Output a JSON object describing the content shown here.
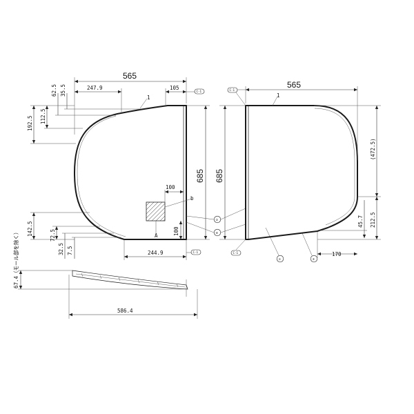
{
  "left_view": {
    "overall_width": "565",
    "width_247": "247.9",
    "width_105": "105",
    "height_62": "62.5",
    "height_35": "35.5",
    "height_112": "112.5",
    "height_192": "192.5",
    "height_685": "685",
    "grip_width": "100",
    "grip_height": "100",
    "grip_label": "b",
    "grip_arrow_label": "A",
    "height_142": "142.5",
    "height_72": "72.5",
    "height_32": "32.5",
    "height_7": "7.5",
    "width_244": "244.9",
    "tag_top": "C-1",
    "tag_bottom": "C-1",
    "edge_label": "1"
  },
  "right_view": {
    "overall_width": "565",
    "height_685": "685",
    "height_472": "(472.5)",
    "height_212": "212.5",
    "height_45": "45.7",
    "width_170": "170",
    "tag_top": "C-1",
    "tag_bottom": "C-1",
    "edge_label": "1"
  },
  "callouts": [
    "②",
    "④",
    "①",
    "③"
  ],
  "side_view": {
    "height_label": "67.4（モール部を除く）",
    "length": "586.4"
  }
}
